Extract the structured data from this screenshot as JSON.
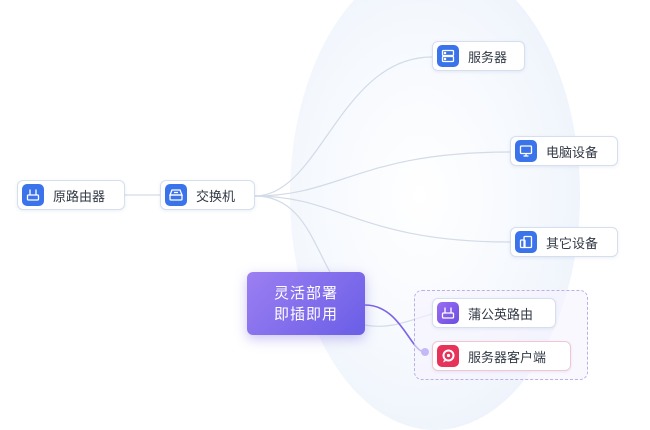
{
  "nodes": {
    "router": "原路由器",
    "switch": "交换机",
    "server": "服务器",
    "computer": "电脑设备",
    "other": "其它设备",
    "pugongying": "蒲公英路由",
    "client": "服务器客户端"
  },
  "center": {
    "line1": "灵活部署",
    "line2": "即插即用"
  },
  "colors": {
    "icon_blue": "#3b74ea",
    "center_gradient_start": "#9c7ff2",
    "center_gradient_end": "#6a5ee6",
    "client_icon": "#e7325a",
    "connector_purple": "#7b63e6"
  },
  "icons": {
    "router": "router-icon",
    "switch": "switch-icon",
    "server": "server-icon",
    "computer": "monitor-icon",
    "other": "devices-icon",
    "pugongying": "router-icon",
    "client": "client-logo-icon"
  }
}
